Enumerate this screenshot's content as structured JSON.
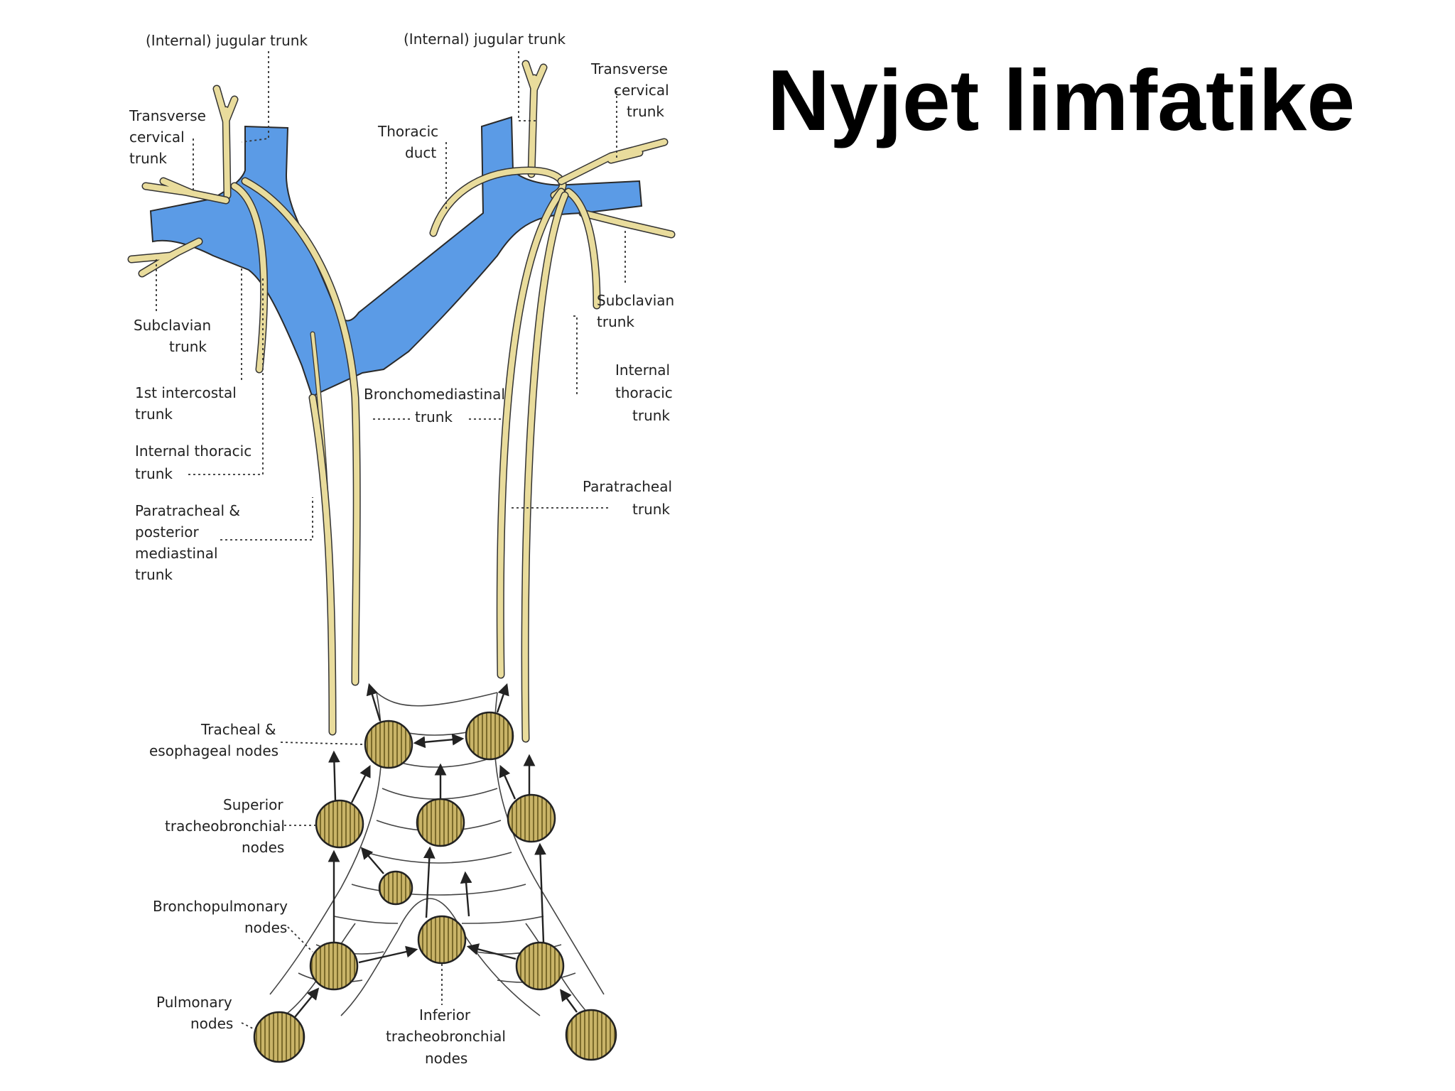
{
  "slide": {
    "title": "Nyjet limfatike"
  },
  "colors": {
    "vein": "#5b9be6",
    "lymph_trunk": "#e9dc9c",
    "node_fill": "#c9b468",
    "node_stripe": "#7a6a2a"
  },
  "labels": {
    "left_jugular_trunk": "(Internal) jugular trunk",
    "right_jugular_trunk": "(Internal) jugular trunk",
    "left_transverse_cervical": [
      "Transverse",
      "cervical",
      "trunk"
    ],
    "right_transverse_cervical": [
      "Transverse",
      "cervical",
      "trunk"
    ],
    "thoracic_duct": [
      "Thoracic",
      "duct"
    ],
    "left_subclavian": [
      "Subclavian",
      "trunk"
    ],
    "right_subclavian": [
      "Subclavian",
      "trunk"
    ],
    "first_intercostal": [
      "1st intercostal",
      "trunk"
    ],
    "left_internal_thoracic": [
      "Internal thoracic",
      "trunk"
    ],
    "right_internal_thoracic": [
      "Internal",
      "thoracic",
      "trunk"
    ],
    "bronchomediastinal": [
      "Bronchomediastinal",
      "trunk"
    ],
    "left_paratracheal": [
      "Paratracheal &",
      "posterior",
      "mediastinal",
      "trunk"
    ],
    "right_paratracheal": [
      "Paratracheal",
      "trunk"
    ],
    "tracheal_esophageal_nodes": [
      "Tracheal &",
      "esophageal nodes"
    ],
    "superior_tracheobronchial_nodes": [
      "Superior",
      "tracheobronchial",
      "nodes"
    ],
    "bronchopulmonary_nodes": [
      "Bronchopulmonary",
      "nodes"
    ],
    "pulmonary_nodes": [
      "Pulmonary",
      "nodes"
    ],
    "inferior_tracheobronchial_nodes": [
      "Inferior",
      "tracheobronchial",
      "nodes"
    ]
  }
}
